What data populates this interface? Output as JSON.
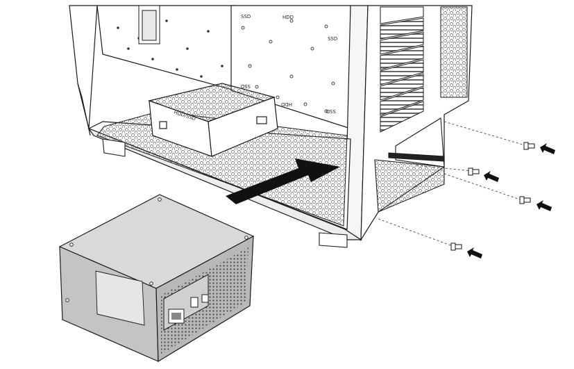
{
  "diagram": {
    "labels": {
      "ssd_top_left": "SSD",
      "ssd_top_right": "SSD",
      "ssd_mid_left": "SSD",
      "ssd_bottom_right": "SSD",
      "hdd_top": "HDD",
      "hdd_bottom": "HDD",
      "hdd_ssd_cage": "HDD/SSD"
    },
    "screw_count": 4,
    "colors": {
      "line": "#1a1a1a",
      "panel_fill": "#ffffff",
      "psu_top": "#d9d9d9",
      "psu_side": "#c4c4c4",
      "psu_front": "#b3b3b3",
      "arrow": "#111111",
      "mesh": "#555555"
    }
  }
}
